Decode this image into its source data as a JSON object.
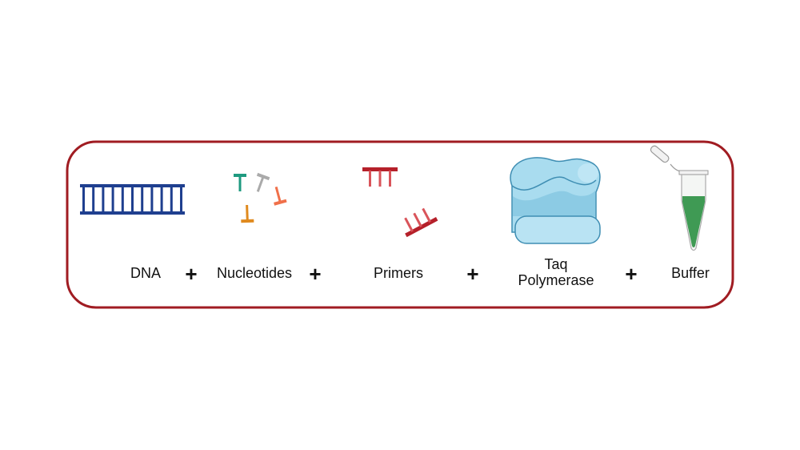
{
  "components": [
    {
      "label": "DNA",
      "icon": "dna-ladder-icon"
    },
    {
      "label": "Nucleotides",
      "icon": "nucleotides-icon"
    },
    {
      "label": "Primers",
      "icon": "primers-icon"
    },
    {
      "label_line1": "Taq",
      "label_line2": "Polymerase",
      "icon": "taq-polymerase-icon"
    },
    {
      "label": "Buffer",
      "icon": "buffer-tube-icon"
    }
  ],
  "operator": "+",
  "colors": {
    "border": "#a01c22",
    "dna": "#1f3f8f",
    "primer": "#b5202a",
    "enzyme": "#a9dcef",
    "buffer": "#3f9a54"
  }
}
